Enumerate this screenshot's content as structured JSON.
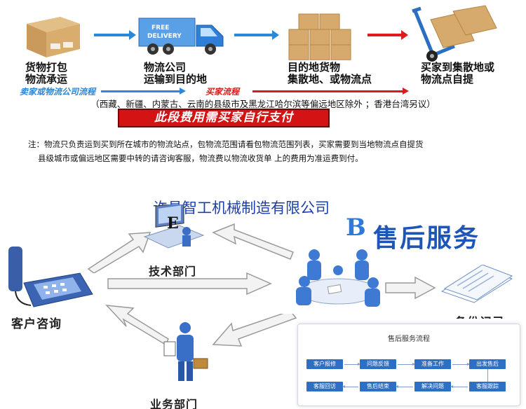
{
  "top_steps": [
    {
      "label": "货物打包\n物流承运"
    },
    {
      "label": "物流公司\n运输到目的地"
    },
    {
      "label": "目的地货物\n集散地、或物流点"
    },
    {
      "label": "买家到集散地或\n物流点自提"
    }
  ],
  "truck_text": "FREE\nDELIVERY",
  "flow_labels": {
    "seller": "卖家或物流公司流程",
    "buyer": "买家流程"
  },
  "region_note": "（西藏、新疆、内蒙古、云南的县级市及黑龙江哈尔滨等偏远地区除外 ；香港台湾另议）",
  "banner": "此段费用需买家自行支付",
  "note_line1": "注：物流只负责运到买到所在城市的物流站点，包物流范围请看包物流范围列表，买家需要到当地物流点自提货",
  "note_line2": "县级城市或偏远地区需要中转的请咨询客服，物流费以物流收货单 上的费用为准运费到付。",
  "company": "许昌智工机械制造有限公司",
  "after_sales_title": "售后服务",
  "logo_char": "B",
  "departments": {
    "tech": "技术部门",
    "customer": "客户咨询",
    "business": "业务部门",
    "records": "备份记录"
  },
  "service_flow": {
    "title": "售后服务流程",
    "row1": [
      "客户报修",
      "问题反馈",
      "准备工作",
      "出发售后"
    ],
    "row2": [
      "客服回访",
      "售后结束",
      "解决问题",
      "客服跟踪"
    ]
  },
  "colors": {
    "blue_flow": "#2d86d6",
    "red_flow": "#d81c1c",
    "banner": "#d41414",
    "title_blue": "#1e55b8"
  }
}
